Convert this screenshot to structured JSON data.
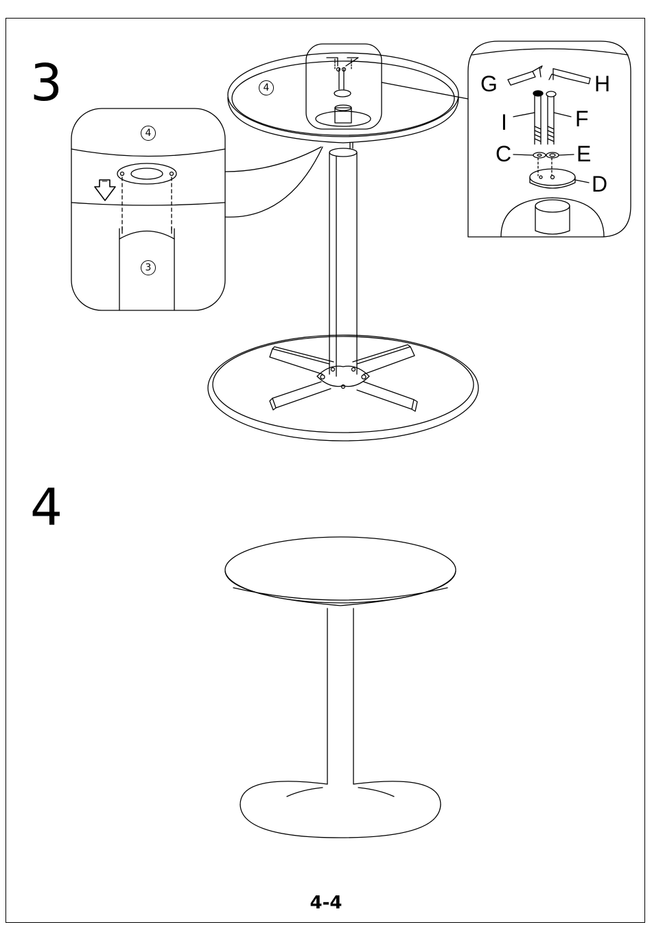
{
  "steps": {
    "step3": "3",
    "step4": "4"
  },
  "page_number": "4-4",
  "callouts": {
    "tabletop": "4",
    "column": "3"
  },
  "parts": {
    "G": "G",
    "H": "H",
    "I": "I",
    "F": "F",
    "C": "C",
    "E": "E",
    "D": "D"
  }
}
